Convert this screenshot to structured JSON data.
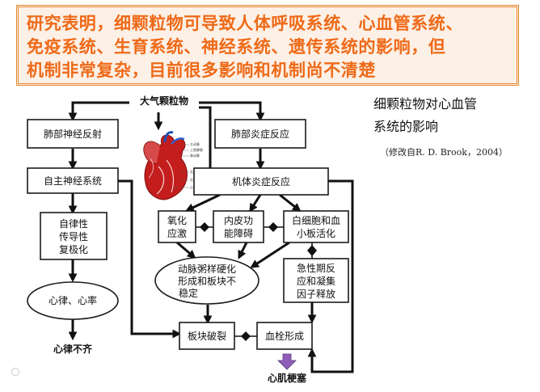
{
  "banner": {
    "lines": [
      "研究表明，细颗粒物可导致人体呼吸系统、心血管系统、",
      "免疫系统、生育系统、神经系统、遗传系统的影响，但",
      "机制非常复杂，目前很多影响和机制尚不清楚"
    ]
  },
  "side": {
    "title_line1": "细颗粒物对心血管",
    "title_line2": "系统的影响",
    "citation": "（修改自R. D. Brook，2004）"
  },
  "heart_labels": [
    "主动脉",
    "上腔静脉",
    "肺动脉",
    "左心房",
    "左心室",
    "心尖"
  ],
  "nodes": {
    "pm": "大气颗粒物",
    "lung_reflex": "肺部神经反射",
    "lung_inflam": "肺部炎症反应",
    "autonomic": "自主神经系统",
    "systemic": "机体炎症反应",
    "autorhythm": [
      "自律性",
      "传导性",
      "复极化"
    ],
    "oxidative": [
      "氧化",
      "应激"
    ],
    "endothelial": [
      "内皮功",
      "能障碍"
    ],
    "wbc": [
      "白细胞和血",
      "小板活化"
    ],
    "athero": [
      "动脉粥样硬化",
      "形成和板块不",
      "稳定"
    ],
    "acute": [
      "急性期反",
      "应和凝集",
      "因子释放"
    ],
    "hr": "心律、心率",
    "rupture": "板块破裂",
    "thrombus": "血栓形成",
    "arrhythmia": "心律不齐",
    "mi": "心肌梗塞"
  },
  "colors": {
    "banner_text": "#ee6a18",
    "banner_border": "#e2872e",
    "mi_arrow": "#8e5fb8"
  }
}
